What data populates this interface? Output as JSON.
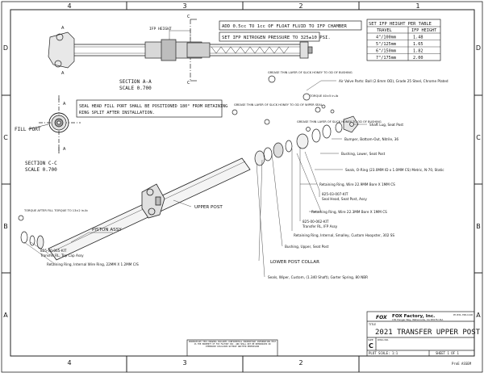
{
  "border": {
    "cols": [
      "4",
      "3",
      "2",
      "1"
    ],
    "rows": [
      "D",
      "C",
      "B",
      "A"
    ]
  },
  "notes": {
    "float_fluid": "ADD 0.5cc TO 1cc OF FLOAT FLUID TO IFP CHAMBER",
    "nitrogen": "SET IFP NITROGEN PRESSURE TO 325±10 PSI.",
    "seal_head_line1": "SEAL HEAD FILL PORT SHALL BE POSITIONED 180° FROM RETAINING",
    "seal_head_line2": "RING SPLIT AFTER INSTALLATION."
  },
  "ifp_table": {
    "title": "SET IFP HEIGHT PER TABLE",
    "col_travel": "TRAVEL",
    "col_height": "IFP HEIGHT",
    "rows": [
      {
        "travel": "4\"/100mm",
        "height": "1.48"
      },
      {
        "travel": "5\"/125mm",
        "height": "1.65"
      },
      {
        "travel": "6\"/150mm",
        "height": "1.82"
      },
      {
        "travel": "7\"/175mm",
        "height": "2.00"
      }
    ]
  },
  "section_a": {
    "ifp_height": "IFP HEIGHT",
    "title": "SECTION  A-A",
    "scale": "SCALE  0.700",
    "marker_c": "C",
    "marker_a": "A"
  },
  "section_c": {
    "fill_port": "FILL PORT",
    "title": "SECTION  C-C",
    "scale": "SCALE  0.700"
  },
  "callouts": {
    "air_valve": "Air Valve Parts: Ball (2.6mm OD), Grade 25 Steel, Chrome Plated",
    "grease_thin_1": "GREASE THIN LAYER OF SLICK HONEY TO OD OF BUSHING",
    "torque_top": "TORQUE 40±5 in-lb",
    "shaft_lug": "Shaft Lug, Seat Post",
    "bumper": "Bumper, Bottom-Out, Nitrile, 36",
    "grease_thin_2": "GREASE THIN LAYER OF SLICK HONEY TO OD OF WIPER SEAL",
    "grease_thin_3": "GREASE THIN LAYER OF SLICK HONEY TO OD OF BUSHING",
    "bushing_lower": "Bushing, Lower, Seat Post",
    "seals_oring": "Seals, O-Ring (23.0MM ID x 1.0MM CS) Metric, N-70, Static",
    "ret_ring_22": "Retaining Ring, Wire 22.9MM Bore X 1MM CS",
    "kit_007": "825-03-007-KIT",
    "seal_head": "Seal Head, Seat Post, Assy",
    "ret_ring_223": "Retaining Ring, Wire 22.3MM Bore X 1MM CS",
    "kit_062": "825-00-062-KIT",
    "transfer_ifp": "Transfer RL, IFP Assy",
    "ret_ring_internal": "Retaining Ring, Internal, Smalley, Custom Hoopster, 302 SS",
    "bushing_upper": "Bushing, Upper, Seat Post",
    "upper_post": "UPPER POST",
    "lower_post_collar": "LOWER POST COLLAR",
    "seals_wiper": "Seals, Wiper, Custom, (1.340 Shaft), Garter Spring, 80 NBR",
    "torque_piston": "TORQUE AFTER FILL TORQUE TO 13±2 in-lb",
    "piston_assy": "PISTON ASSY",
    "kit_065": "825-00-065-KIT",
    "transfer_top_cap": "Transfer RL, Top Cap Assy",
    "ret_ring_wire": "Retaining Ring, Internal Wire Ring, 22MM X 1.2MM C/S"
  },
  "title_block": {
    "logo": "FOX",
    "company": "FOX Factory, Inc.",
    "address": "130 Hangar Way, Watsonville, CA 95076 USA",
    "phone": "Ph 831-768-1100",
    "title_label": "TITLE",
    "title": "2021 TRANSFER UPPER POST",
    "size_label": "SIZE",
    "dwg_label": "DWG NO.",
    "size": "C",
    "plot_scale": "PLOT SCALE: 1:1",
    "sheet": "SHEET 1 OF 1",
    "proe": "ProE ASSEM",
    "proprietary": "PROPRIETARY  THIS DRAWING INCLUDES CONFIDENTIAL PROPRIETARY INFORMATION THAT IS THE PROPERTY OF FOX FACTORY INC. AND SHALL NOT BE REPRODUCED OR OTHERWISE DISCLOSED WITHOUT WRITTEN PERMISSION"
  }
}
